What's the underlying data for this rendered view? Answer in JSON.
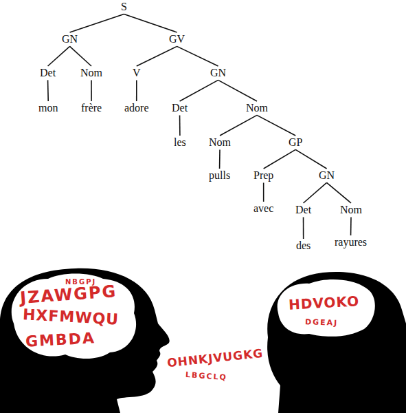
{
  "diagram": {
    "nodes": [
      {
        "text": [
          "S"
        ]
      },
      {
        "text": [
          "GN"
        ]
      },
      {
        "text": [
          "GV"
        ]
      },
      {
        "text": [
          "Det"
        ]
      },
      {
        "text": [
          "Nom"
        ]
      },
      {
        "text": [
          "V"
        ]
      },
      {
        "text": [
          "GN"
        ]
      },
      {
        "text": [
          "mon"
        ]
      },
      {
        "text": [
          "frère"
        ]
      },
      {
        "text": [
          "adore"
        ]
      },
      {
        "text": [
          "Det"
        ]
      },
      {
        "text": [
          "Nom"
        ]
      },
      {
        "text": [
          "les"
        ]
      },
      {
        "text": [
          "Nom"
        ]
      },
      {
        "text": [
          "GP"
        ]
      },
      {
        "text": [
          "pulls"
        ]
      },
      {
        "text": [
          "Prep"
        ]
      },
      {
        "text": [
          "GN"
        ]
      },
      {
        "text": [
          "avec"
        ]
      },
      {
        "text": [
          "Det"
        ]
      },
      {
        "text": [
          "Nom"
        ]
      },
      {
        "text": [
          "des"
        ]
      },
      {
        "text": [
          "rayures"
        ]
      }
    ],
    "edges": [
      {
        "from": 0,
        "to": 1,
        "arrow": "none"
      },
      {
        "from": 0,
        "to": 2,
        "arrow": "none"
      },
      {
        "from": 1,
        "to": 3,
        "arrow": "none"
      },
      {
        "from": 1,
        "to": 4,
        "arrow": "none"
      },
      {
        "from": 2,
        "to": 5,
        "arrow": "none"
      },
      {
        "from": 2,
        "to": 6,
        "arrow": "none"
      },
      {
        "from": 3,
        "to": 7,
        "arrow": "none"
      },
      {
        "from": 4,
        "to": 8,
        "arrow": "none"
      },
      {
        "from": 5,
        "to": 9,
        "arrow": "none"
      },
      {
        "from": 6,
        "to": 10,
        "arrow": "none"
      },
      {
        "from": 6,
        "to": 11,
        "arrow": "none"
      },
      {
        "from": 10,
        "to": 12,
        "arrow": "none"
      },
      {
        "from": 11,
        "to": 13,
        "arrow": "none"
      },
      {
        "from": 11,
        "to": 14,
        "arrow": "none"
      },
      {
        "from": 13,
        "to": 15,
        "arrow": "none"
      },
      {
        "from": 14,
        "to": 16,
        "arrow": "none"
      },
      {
        "from": 14,
        "to": 17,
        "arrow": "none"
      },
      {
        "from": 16,
        "to": 18,
        "arrow": "none"
      },
      {
        "from": 17,
        "to": 19,
        "arrow": "none"
      },
      {
        "from": 17,
        "to": 20,
        "arrow": "none"
      },
      {
        "from": 19,
        "to": 21,
        "arrow": "none"
      },
      {
        "from": 20,
        "to": 22,
        "arrow": "none"
      }
    ],
    "labels": [
      "JZAWGPG",
      "HXFMWQU",
      "GMBDA",
      "NBGPJ",
      "OHNKJVUGKG",
      "LBGCLQ",
      "HDVOKO",
      "DGEAJ"
    ]
  }
}
